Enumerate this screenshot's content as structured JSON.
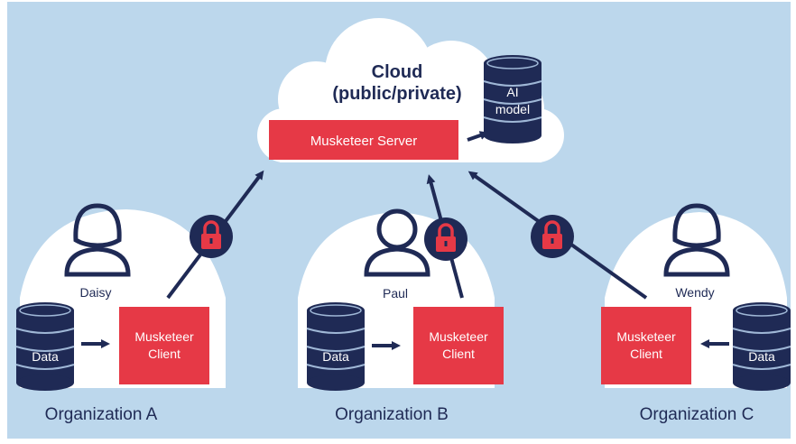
{
  "colors": {
    "background": "#bcd7ec",
    "cloud": "#ffffff",
    "navy": "#1f2a55",
    "red": "#e63946",
    "text_dark": "#1f2a55",
    "text_light": "#ffffff"
  },
  "cloud": {
    "title_line1": "Cloud",
    "title_line2": "(public/private)",
    "server_label": "Musketeer Server",
    "model_line1": "AI",
    "model_line2": "model",
    "model_icon": "database-icon"
  },
  "organizations": [
    {
      "person_name": "Daisy",
      "person_icon": "person-female-icon",
      "data_label": "Data",
      "client_line1": "Musketeer",
      "client_line2": "Client",
      "org_label": "Organization A",
      "lock_icon": "lock-icon"
    },
    {
      "person_name": "Paul",
      "person_icon": "person-male-icon",
      "data_label": "Data",
      "client_line1": "Musketeer",
      "client_line2": "Client",
      "org_label": "Organization B",
      "lock_icon": "lock-icon"
    },
    {
      "person_name": "Wendy",
      "person_icon": "person-female-icon",
      "data_label": "Data",
      "client_line1": "Musketeer",
      "client_line2": "Client",
      "org_label": "Organization C",
      "lock_icon": "lock-icon"
    }
  ]
}
